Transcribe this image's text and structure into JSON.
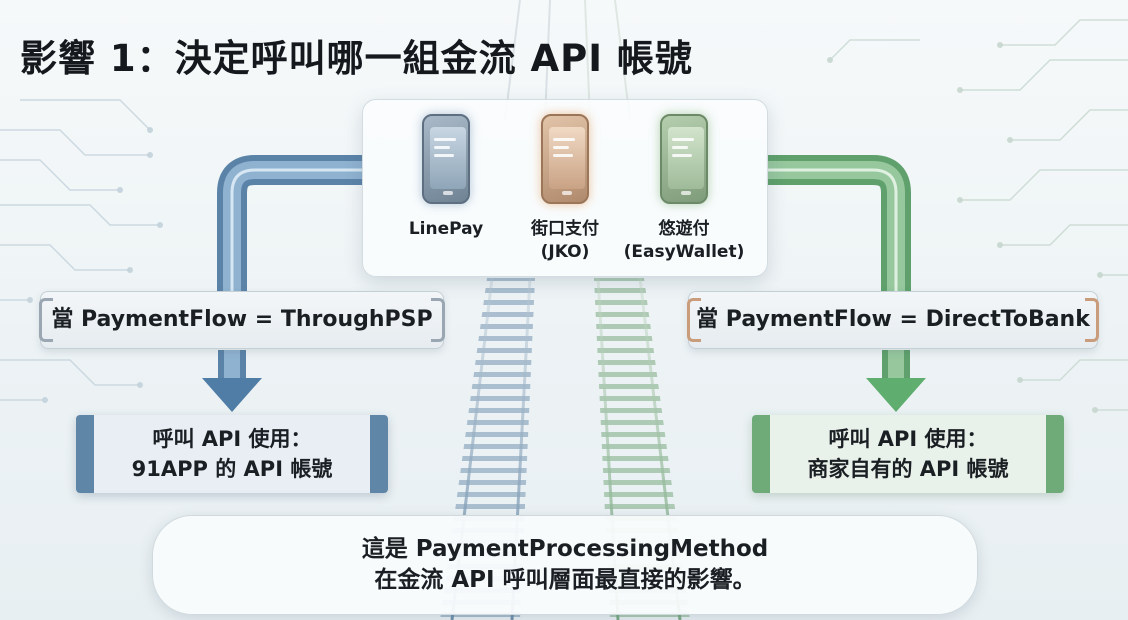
{
  "title": "影響 1：決定呼叫哪一組金流 API 帳號",
  "wallets": [
    {
      "label": "LinePay",
      "color": "#6f8394"
    },
    {
      "label": "街口支付\n(JKO)",
      "color": "#b08a6c"
    },
    {
      "label": "悠遊付\n(EasyWallet)",
      "color": "#7e9b7a"
    }
  ],
  "branches": {
    "left": {
      "condition": "當 PaymentFlow = ThroughPSP",
      "result_line1": "呼叫 API 使用：",
      "result_line2": "91APP 的 API 帳號",
      "color": "#4f7da6"
    },
    "right": {
      "condition": "當 PaymentFlow = DirectToBank",
      "result_line1": "呼叫 API 使用：",
      "result_line2": "商家自有的 API 帳號",
      "color": "#5fae70"
    }
  },
  "note": {
    "line1": "這是 PaymentProcessingMethod",
    "line2": "在金流 API 呼叫層面最直接的影響。"
  }
}
